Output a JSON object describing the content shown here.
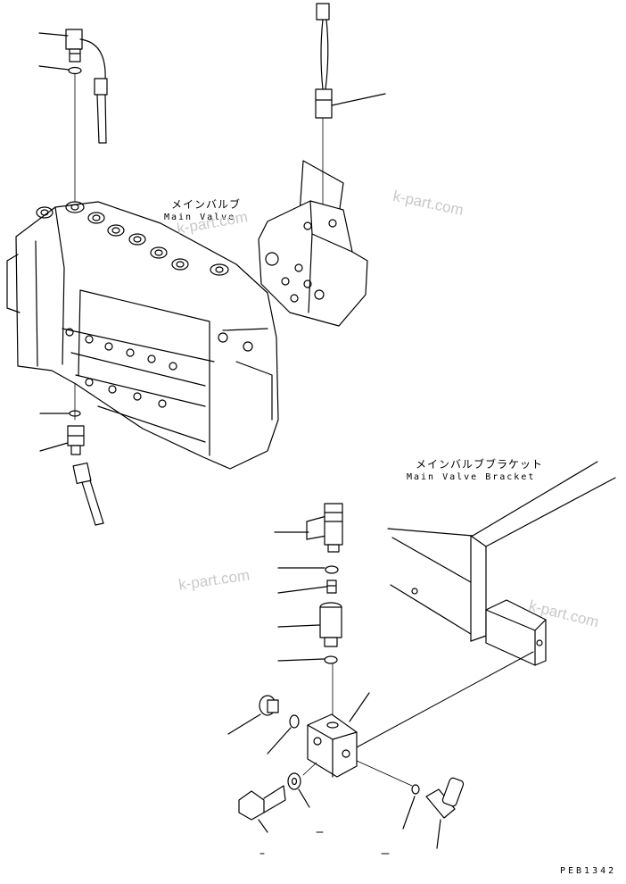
{
  "labels": {
    "main_valve_jp": "メインバルブ",
    "main_valve_en": "Main Valve",
    "bracket_jp": "メインバルブブラケット",
    "bracket_en": "Main Valve Bracket"
  },
  "watermark": "k-part.com",
  "figure_code": "PEB1342",
  "colors": {
    "line": "#000000",
    "watermark": "#c8c8c8"
  }
}
